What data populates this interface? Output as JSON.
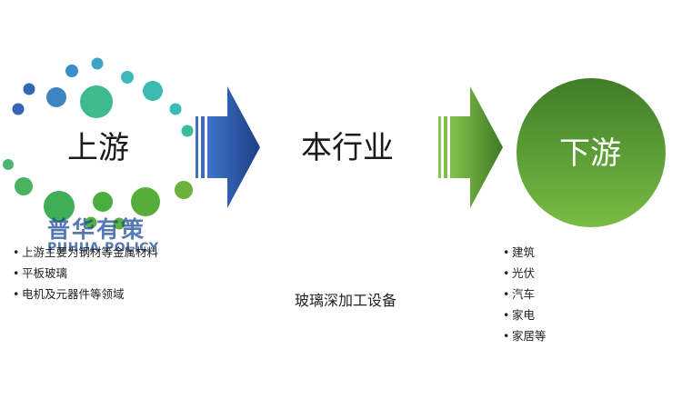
{
  "upstream": {
    "title": "上游",
    "items": [
      "上游主要为钢材等金属材料",
      "平板玻璃",
      "电机及元器件等领域"
    ]
  },
  "industry": {
    "title": "本行业",
    "subtitle": "玻璃深加工设备"
  },
  "downstream": {
    "title": "下游",
    "items": [
      "建筑",
      "光伏",
      "汽车",
      "家电",
      "家居等"
    ]
  },
  "watermark": {
    "cn": "普华有策",
    "en": "PUHUA POLICY"
  },
  "colors": {
    "blue_arrow": "#2f5fb0",
    "green_arrow": "#5f9e3a",
    "downstream_circle": "#4e9a34",
    "dot_blue": "#3f7fc4",
    "dot_teal": "#3cb8a8",
    "dot_green": "#4fb040"
  }
}
